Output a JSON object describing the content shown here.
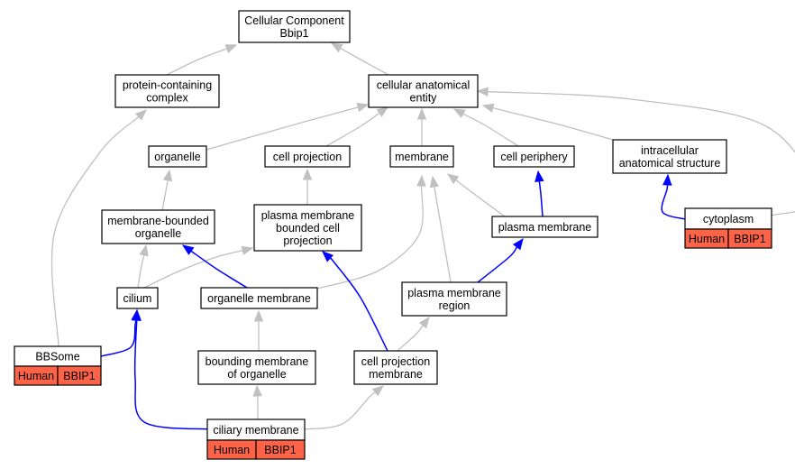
{
  "colors": {
    "gray_edge": "#c0c0c0",
    "blue_edge": "#0000ff",
    "annotation_fill": "#ff6347",
    "node_fill": "#ffffff",
    "border": "#000000"
  },
  "nodes": [
    {
      "id": "root",
      "lines": [
        "Cellular Component",
        "Bbip1"
      ]
    },
    {
      "id": "protein_complex",
      "lines": [
        "protein-containing",
        "complex"
      ]
    },
    {
      "id": "cae",
      "lines": [
        "cellular anatomical",
        "entity"
      ]
    },
    {
      "id": "organelle",
      "lines": [
        "organelle"
      ]
    },
    {
      "id": "cell_projection",
      "lines": [
        "cell projection"
      ]
    },
    {
      "id": "membrane",
      "lines": [
        "membrane"
      ]
    },
    {
      "id": "cell_periphery",
      "lines": [
        "cell periphery"
      ]
    },
    {
      "id": "ias",
      "lines": [
        "intracellular",
        "anatomical structure"
      ]
    },
    {
      "id": "mbo",
      "lines": [
        "membrane-bounded",
        "organelle"
      ]
    },
    {
      "id": "pmbcp",
      "lines": [
        "plasma membrane",
        "bounded cell",
        "projection"
      ]
    },
    {
      "id": "plasma_membrane",
      "lines": [
        "plasma membrane"
      ]
    },
    {
      "id": "cytoplasm",
      "lines": [
        "cytoplasm"
      ],
      "annotation": [
        "Human",
        "BBIP1"
      ]
    },
    {
      "id": "cilium",
      "lines": [
        "cilium"
      ]
    },
    {
      "id": "organelle_membrane",
      "lines": [
        "organelle membrane"
      ]
    },
    {
      "id": "pmr",
      "lines": [
        "plasma membrane",
        "region"
      ]
    },
    {
      "id": "bbsome",
      "lines": [
        "BBSome"
      ],
      "annotation": [
        "Human",
        "BBIP1"
      ]
    },
    {
      "id": "bmo",
      "lines": [
        "bounding membrane",
        "of organelle"
      ]
    },
    {
      "id": "cpm",
      "lines": [
        "cell projection",
        "membrane"
      ]
    },
    {
      "id": "ciliary_membrane",
      "lines": [
        "ciliary membrane"
      ],
      "annotation": [
        "Human",
        "BBIP1"
      ]
    }
  ],
  "edges": [
    {
      "from": "protein_complex",
      "to": "root",
      "color": "gray"
    },
    {
      "from": "cae",
      "to": "root",
      "color": "gray"
    },
    {
      "from": "organelle",
      "to": "cae",
      "color": "gray"
    },
    {
      "from": "cell_projection",
      "to": "cae",
      "color": "gray"
    },
    {
      "from": "membrane",
      "to": "cae",
      "color": "gray"
    },
    {
      "from": "cell_periphery",
      "to": "cae",
      "color": "gray"
    },
    {
      "from": "ias",
      "to": "cae",
      "color": "gray"
    },
    {
      "from": "cytoplasm",
      "to": "cae",
      "color": "gray"
    },
    {
      "from": "mbo",
      "to": "organelle",
      "color": "gray"
    },
    {
      "from": "pmbcp",
      "to": "cell_projection",
      "color": "gray"
    },
    {
      "from": "plasma_membrane",
      "to": "membrane",
      "color": "gray"
    },
    {
      "from": "plasma_membrane",
      "to": "cell_periphery",
      "color": "blue"
    },
    {
      "from": "cytoplasm",
      "to": "ias",
      "color": "blue"
    },
    {
      "from": "cilium",
      "to": "mbo",
      "color": "gray"
    },
    {
      "from": "cilium",
      "to": "pmbcp",
      "color": "gray"
    },
    {
      "from": "organelle_membrane",
      "to": "mbo",
      "color": "blue"
    },
    {
      "from": "organelle_membrane",
      "to": "membrane",
      "color": "gray"
    },
    {
      "from": "pmr",
      "to": "membrane",
      "color": "gray"
    },
    {
      "from": "pmr",
      "to": "plasma_membrane",
      "color": "blue"
    },
    {
      "from": "bbsome",
      "to": "protein_complex",
      "color": "gray"
    },
    {
      "from": "bbsome",
      "to": "cilium",
      "color": "blue"
    },
    {
      "from": "bmo",
      "to": "organelle_membrane",
      "color": "gray"
    },
    {
      "from": "cpm",
      "to": "pmbcp",
      "color": "blue"
    },
    {
      "from": "cpm",
      "to": "pmr",
      "color": "gray"
    },
    {
      "from": "ciliary_membrane",
      "to": "bmo",
      "color": "gray"
    },
    {
      "from": "ciliary_membrane",
      "to": "cilium",
      "color": "blue"
    },
    {
      "from": "ciliary_membrane",
      "to": "cpm",
      "color": "gray"
    }
  ]
}
